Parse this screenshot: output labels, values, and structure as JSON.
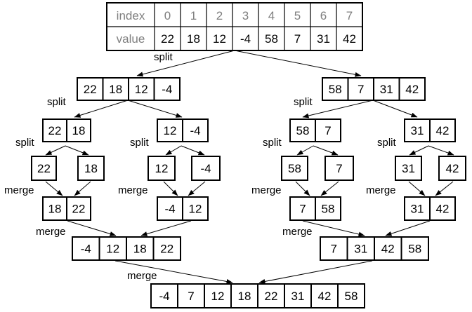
{
  "index_table": {
    "header_label": "index",
    "value_label": "value",
    "indices": [
      "0",
      "1",
      "2",
      "3",
      "4",
      "5",
      "6",
      "7"
    ],
    "values": [
      "22",
      "18",
      "12",
      "-4",
      "58",
      "7",
      "31",
      "42"
    ]
  },
  "labels": {
    "split": "split",
    "merge": "merge"
  },
  "arrays": [
    {
      "id": "L1a",
      "values": [
        "22",
        "18",
        "12",
        "-4"
      ]
    },
    {
      "id": "L1b",
      "values": [
        "58",
        "7",
        "31",
        "42"
      ]
    },
    {
      "id": "L2a",
      "values": [
        "22",
        "18"
      ]
    },
    {
      "id": "L2b",
      "values": [
        "12",
        "-4"
      ]
    },
    {
      "id": "L2c",
      "values": [
        "58",
        "7"
      ]
    },
    {
      "id": "L2d",
      "values": [
        "31",
        "42"
      ]
    },
    {
      "id": "L3a",
      "values": [
        "22"
      ]
    },
    {
      "id": "L3b",
      "values": [
        "18"
      ]
    },
    {
      "id": "L3c",
      "values": [
        "12"
      ]
    },
    {
      "id": "L3d",
      "values": [
        "-4"
      ]
    },
    {
      "id": "L3e",
      "values": [
        "58"
      ]
    },
    {
      "id": "L3f",
      "values": [
        "7"
      ]
    },
    {
      "id": "L3g",
      "values": [
        "31"
      ]
    },
    {
      "id": "L3h",
      "values": [
        "42"
      ]
    },
    {
      "id": "M1a",
      "values": [
        "18",
        "22"
      ]
    },
    {
      "id": "M1b",
      "values": [
        "-4",
        "12"
      ]
    },
    {
      "id": "M1c",
      "values": [
        "7",
        "58"
      ]
    },
    {
      "id": "M1d",
      "values": [
        "31",
        "42"
      ]
    },
    {
      "id": "M2a",
      "values": [
        "-4",
        "12",
        "18",
        "22"
      ]
    },
    {
      "id": "M2b",
      "values": [
        "7",
        "31",
        "42",
        "58"
      ]
    },
    {
      "id": "M3",
      "values": [
        "-4",
        "7",
        "12",
        "18",
        "22",
        "31",
        "42",
        "58"
      ]
    }
  ]
}
